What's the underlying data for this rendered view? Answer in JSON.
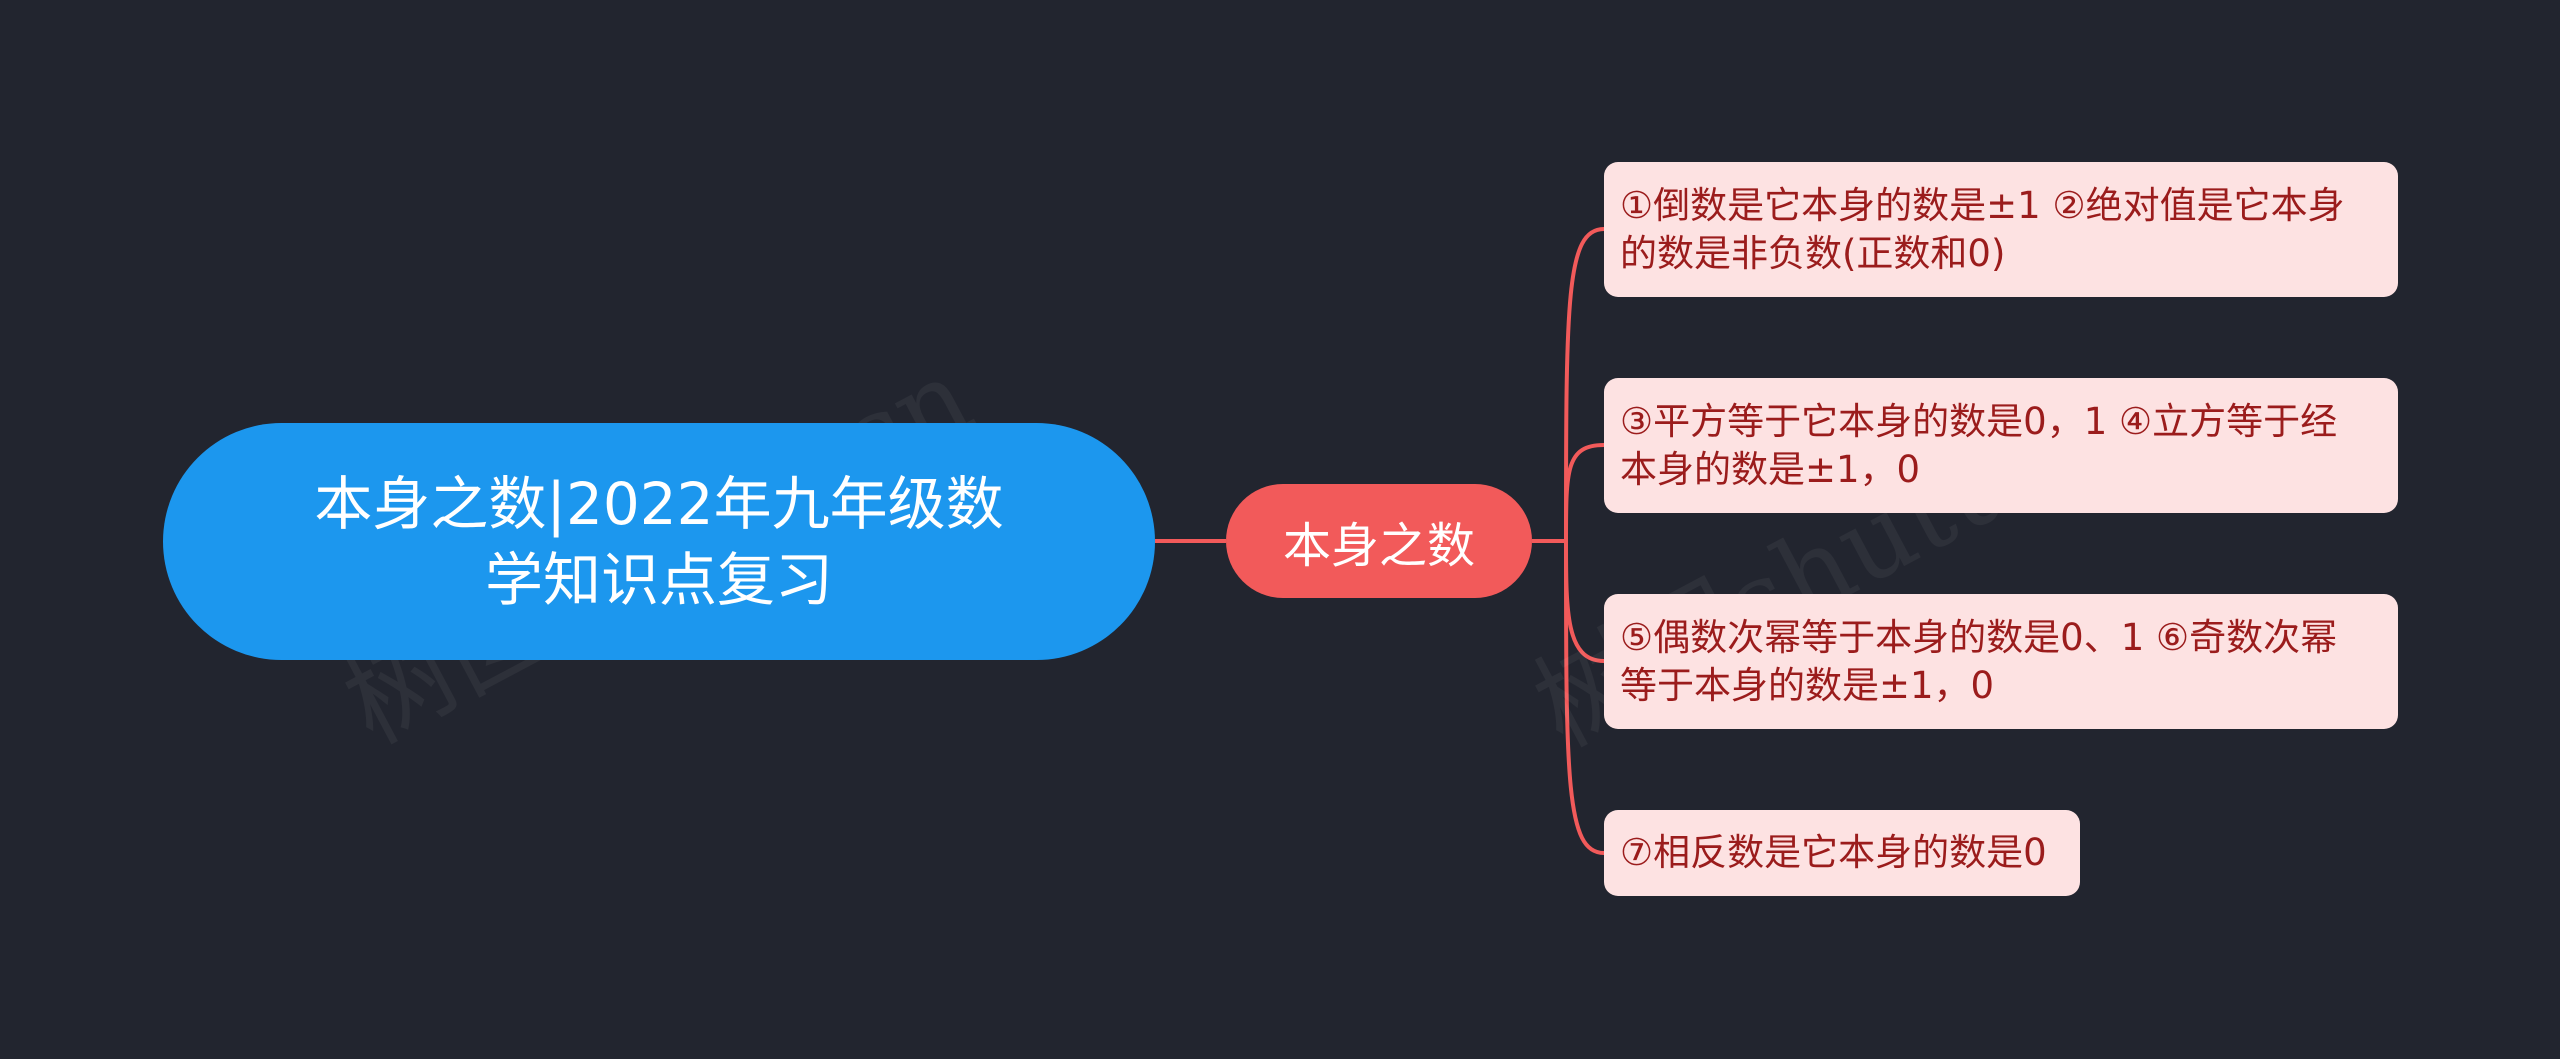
{
  "colors": {
    "background": "#22252f",
    "root_fill": "#1c97ee",
    "root_text": "#ffffff",
    "branch_fill": "#f25a5a",
    "branch_text": "#ffffff",
    "leaf_fill": "#fde2e2",
    "leaf_text": "#9b1c1c",
    "connector": "#f25a5a"
  },
  "root": {
    "label": "本身之数|2022年九年级数学知识点复习"
  },
  "branch": {
    "label": "本身之数"
  },
  "leaves": [
    {
      "lines": [
        "①倒数是它本身的数是±1 ②绝对值是它本身",
        "的数是非负数(正数和0)"
      ]
    },
    {
      "lines": [
        "③平方等于它本身的数是0，1 ④立方等于经",
        "本身的数是±1，0"
      ]
    },
    {
      "lines": [
        "⑤偶数次幂等于本身的数是0、1 ⑥奇数次幂",
        "等于本身的数是±1，0"
      ]
    },
    {
      "lines": [
        "⑦相反数是它本身的数是0"
      ]
    }
  ],
  "watermarks": [
    "树图shutu.cn",
    "树图shutu.cn"
  ]
}
